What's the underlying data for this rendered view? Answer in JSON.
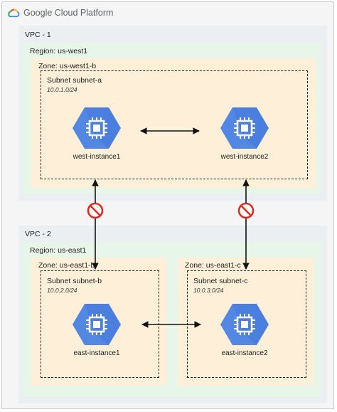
{
  "header": {
    "brand": "Google Cloud Platform"
  },
  "vpcs": [
    {
      "label": "VPC - 1",
      "region": "Region: us-west1",
      "zones": [
        {
          "label": "Zone: us-west1-b",
          "subnet": {
            "label": "Subnet subnet-a",
            "cidr": "10.0.1.0/24"
          },
          "instances": [
            "west-instance1",
            "west-instance2"
          ]
        }
      ]
    },
    {
      "label": "VPC - 2",
      "region": "Region: us-east1",
      "zones": [
        {
          "label": "Zone: us-east1-b",
          "subnet": {
            "label": "Subnet subnet-b",
            "cidr": "10.0.2.0/24"
          },
          "instances": [
            "east-instance1"
          ]
        },
        {
          "label": "Zone: us-east1-c",
          "subnet": {
            "label": "Subnet subnet-c",
            "cidr": "10.0.3.0/24"
          },
          "instances": [
            "east-instance2"
          ]
        }
      ]
    }
  ],
  "colors": {
    "instance_hex": "#4a7fe0",
    "blocked_icon": "#d93025",
    "zone_bg": "#fdefd8",
    "region_bg": "#e8f5e9",
    "vpc_bg": "#eceff1"
  },
  "icons": {
    "instance": "compute-engine-chip-icon",
    "blocked": "no-entry-icon"
  }
}
